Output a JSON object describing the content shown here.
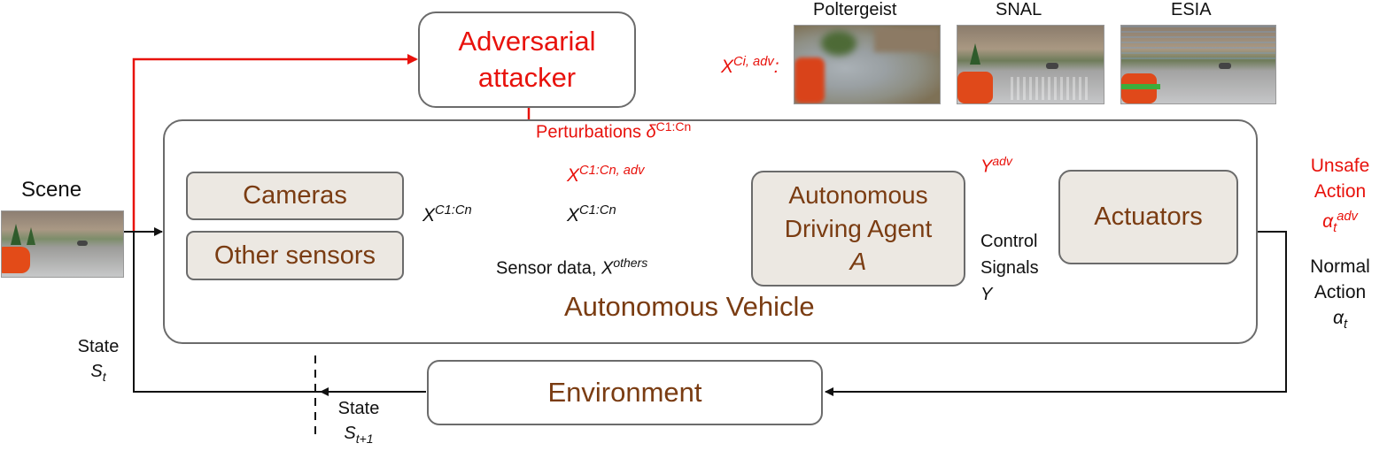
{
  "nodes": {
    "adversarial_attacker": "Adversarial attacker",
    "cameras": "Cameras",
    "other_sensors": "Other sensors",
    "autonomous_agent_line1": "Autonomous",
    "autonomous_agent_line2": "Driving Agent",
    "autonomous_agent_symbol": "A",
    "actuators": "Actuators",
    "autonomous_vehicle": "Autonomous Vehicle",
    "environment": "Environment",
    "sum_plus": "+"
  },
  "labels": {
    "scene": "Scene",
    "perturbations_text": "Perturbations ",
    "perturbations_sym": "δ",
    "perturbations_sup": "C1:Cn",
    "x_adv_base": "X",
    "x_adv_sup": "C1:Cn, adv",
    "x_cam_base": "X",
    "x_cam_sup": "C1:Cn",
    "x_clean_base": "X",
    "x_clean_sup": "C1:Cn",
    "sensor_data_text": "Sensor data, ",
    "sensor_data_base": "X",
    "sensor_data_sup": "others",
    "y_adv_base": "Y",
    "y_adv_sup": "adv",
    "control_line1": "Control",
    "control_line2": "Signals",
    "control_symbol": "Y",
    "unsafe_line1": "Unsafe",
    "unsafe_line2": "Action",
    "unsafe_base": "α",
    "unsafe_sub": "t",
    "unsafe_sup": "adv",
    "normal_line1": "Normal",
    "normal_line2": "Action",
    "normal_base": "α",
    "normal_sub": "t",
    "state_left_line1": "State",
    "state_left_base": "S",
    "state_left_sub": "t",
    "state_bottom_line1": "State",
    "state_bottom_base": "S",
    "state_bottom_sub": "t+1",
    "xci_base": "X",
    "xci_sup": "Ci, adv",
    "xci_colon": ":"
  },
  "attack_examples": [
    "Poltergeist",
    "SNAL",
    "ESIA"
  ],
  "colors": {
    "attack": "#e8120c",
    "node_text": "#7a3c12",
    "node_fill": "#ece8e2",
    "border": "#6b6b6b"
  }
}
